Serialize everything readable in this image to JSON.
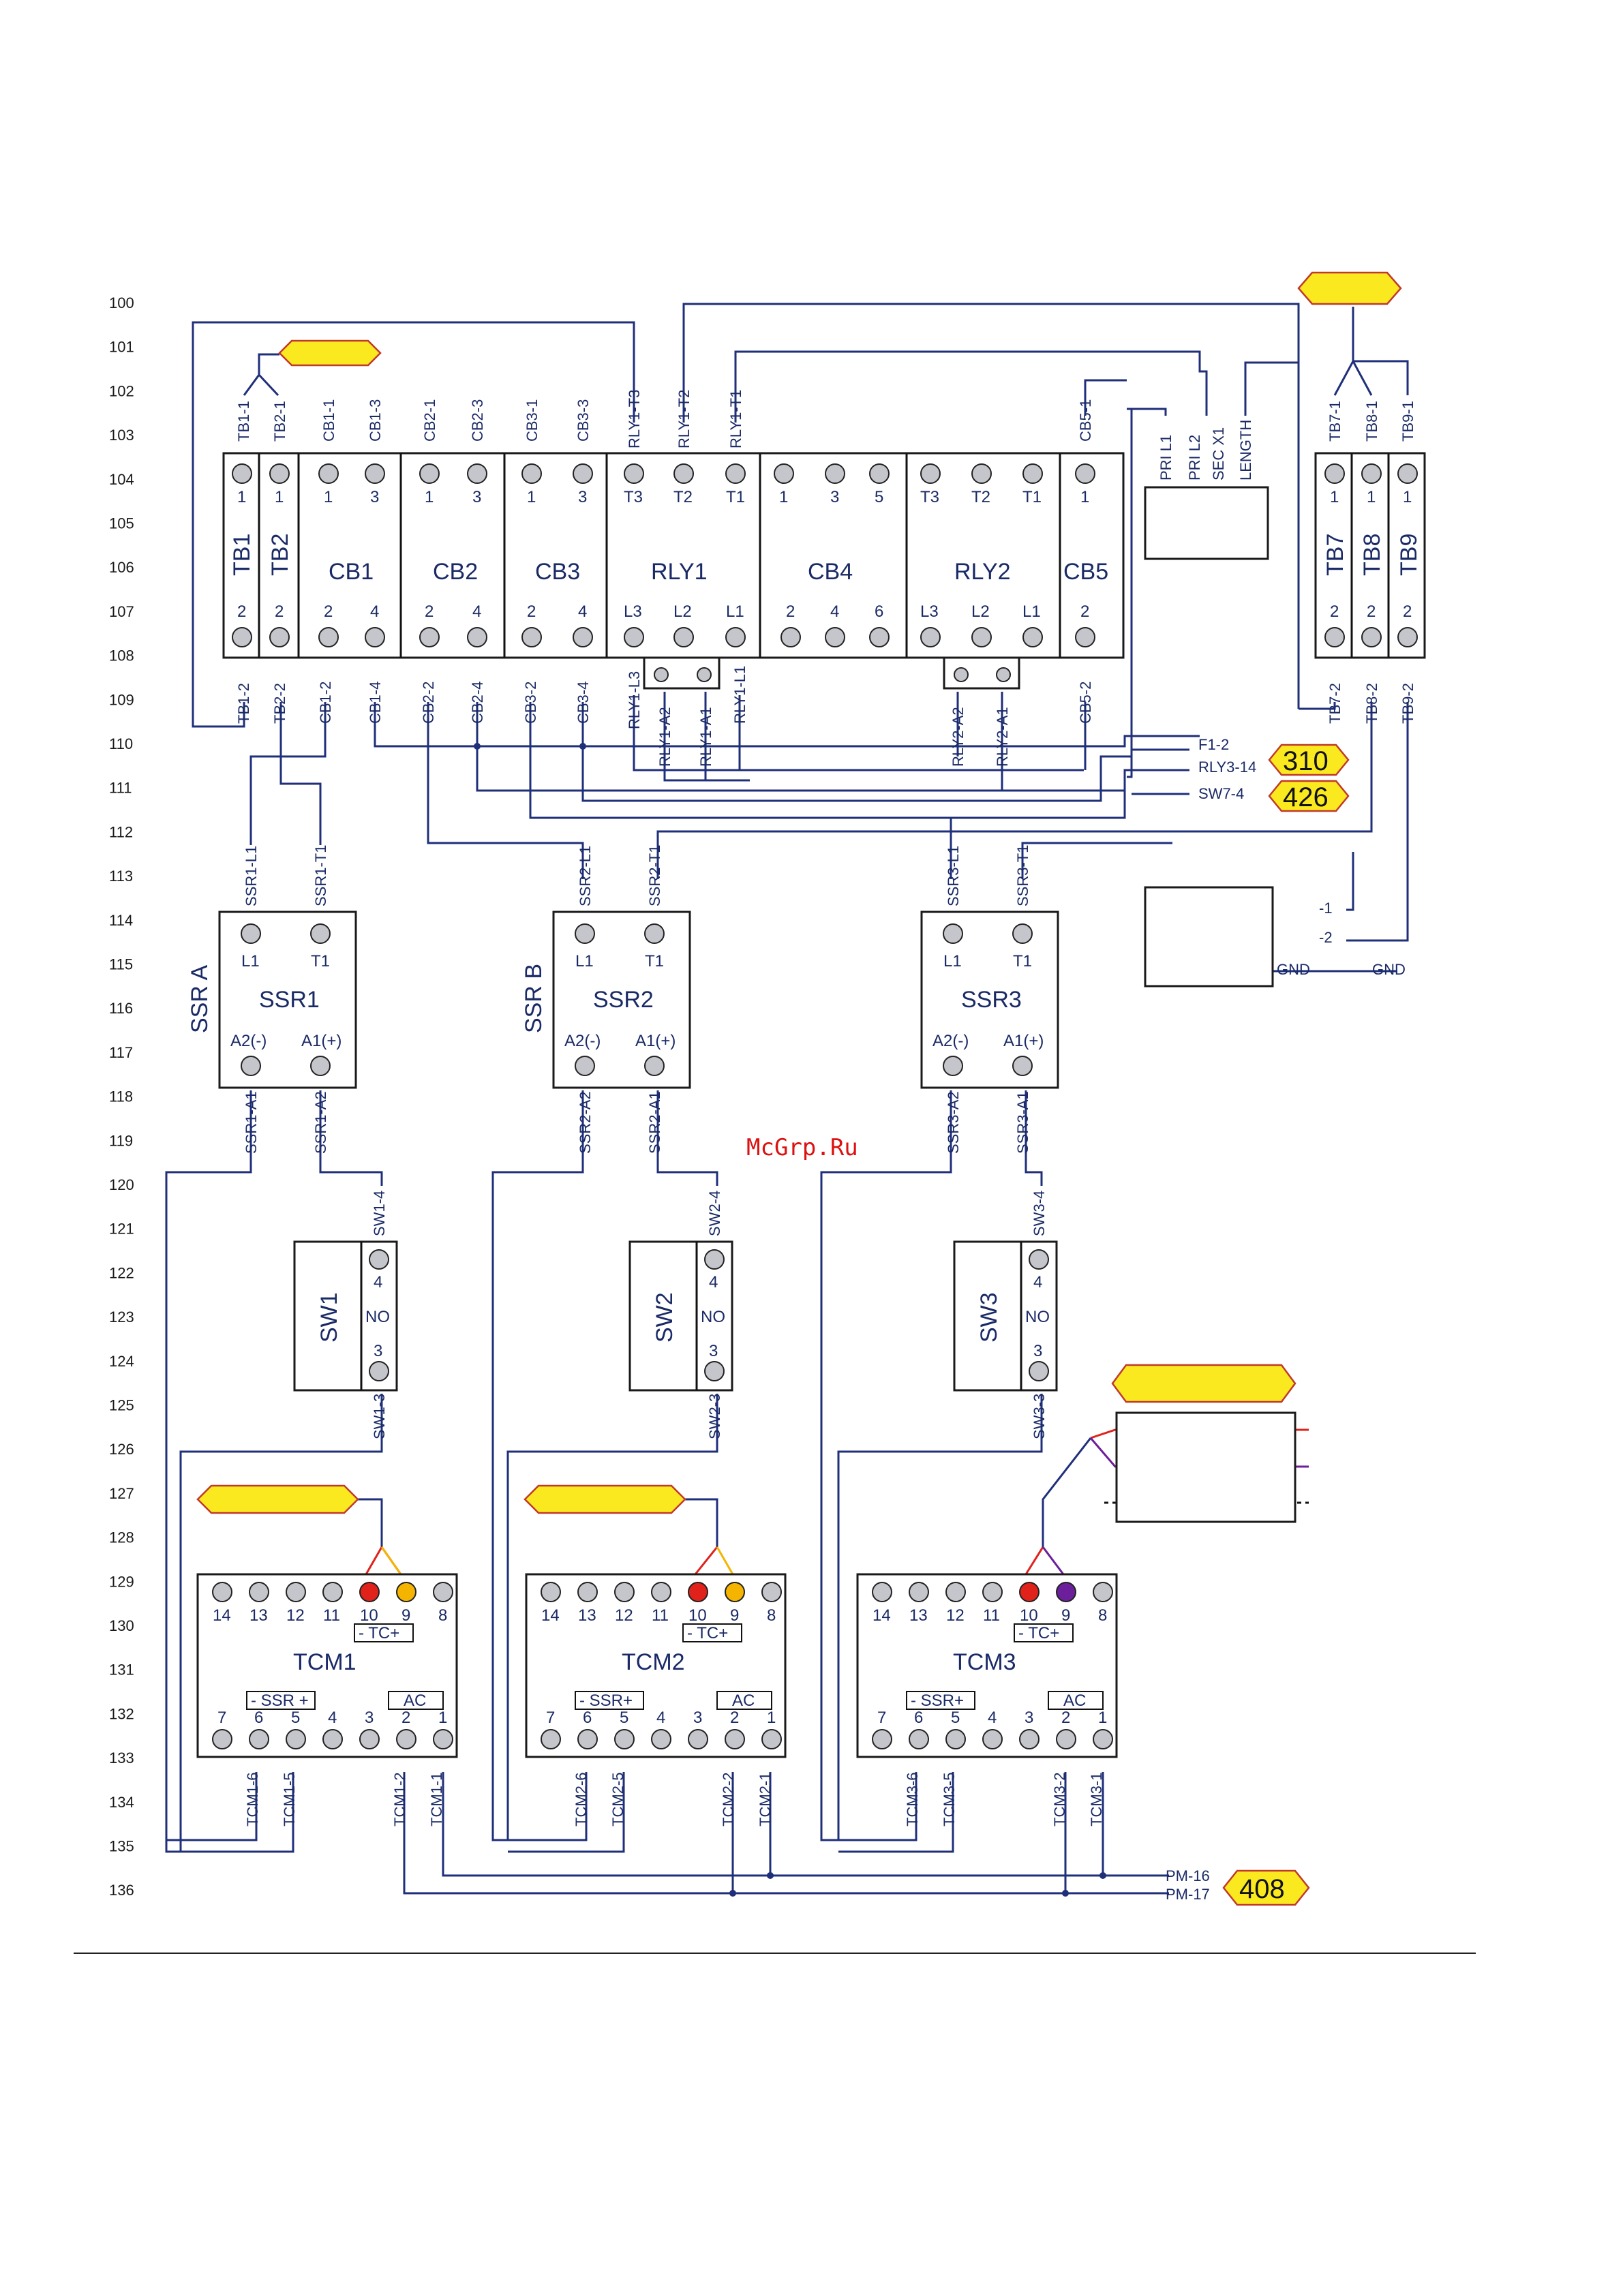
{
  "line_numbers": [
    "100",
    "101",
    "102",
    "103",
    "104",
    "105",
    "106",
    "107",
    "108",
    "109",
    "110",
    "111",
    "112",
    "113",
    "114",
    "115",
    "116",
    "117",
    "118",
    "119",
    "120",
    "121",
    "122",
    "123",
    "124",
    "125",
    "126",
    "127",
    "128",
    "129",
    "130",
    "131",
    "132",
    "133",
    "134",
    "135",
    "136"
  ],
  "top_blocks": [
    {
      "name": "TB1",
      "top_wire": "TB1-1",
      "bottom_wire": "TB1-2",
      "top_pins": [
        "1"
      ],
      "bottom_pins": [
        "2"
      ]
    },
    {
      "name": "TB2",
      "top_wire": "TB2-1",
      "bottom_wire": "TB2-2",
      "top_pins": [
        "1"
      ],
      "bottom_pins": [
        "2"
      ]
    },
    {
      "name": "CB1",
      "top_wires": [
        "CB1-1",
        "CB1-3"
      ],
      "bottom_wires": [
        "CB1-2",
        "CB1-4"
      ],
      "top_pins": [
        "1",
        "3"
      ],
      "bottom_pins": [
        "2",
        "4"
      ]
    },
    {
      "name": "CB2",
      "top_wires": [
        "CB2-1",
        "CB2-3"
      ],
      "bottom_wires": [
        "CB2-2",
        "CB2-4"
      ],
      "top_pins": [
        "1",
        "3"
      ],
      "bottom_pins": [
        "2",
        "4"
      ]
    },
    {
      "name": "CB3",
      "top_wires": [
        "CB3-1",
        "CB3-3"
      ],
      "bottom_wires": [
        "CB3-2",
        "CB3-4"
      ],
      "top_pins": [
        "1",
        "3"
      ],
      "bottom_pins": [
        "2",
        "4"
      ]
    },
    {
      "name": "RLY1",
      "top_wires": [
        "RLY1-T3",
        "RLY1-T2",
        "RLY1-T1"
      ],
      "bottom_wires": [
        "RLY1-L3",
        "RLY1-A2",
        "RLY1-A1",
        "RLY1-L1"
      ],
      "top_pins": [
        "T3",
        "T2",
        "T1"
      ],
      "bottom_pins": [
        "L3",
        "L2",
        "L1"
      ]
    },
    {
      "name": "CB4",
      "top_pins": [
        "1",
        "3",
        "5"
      ],
      "bottom_pins": [
        "2",
        "4",
        "6"
      ]
    },
    {
      "name": "RLY2",
      "top_pins": [
        "T3",
        "T2",
        "T1"
      ],
      "bottom_pins": [
        "L3",
        "L2",
        "L1"
      ],
      "bottom_wires": [
        "RLY2-A2",
        "RLY2-A1"
      ]
    },
    {
      "name": "CB5",
      "top_wire": "CB5-1",
      "bottom_wire": "CB5-2",
      "top_pins": [
        "1"
      ],
      "bottom_pins": [
        "2"
      ]
    }
  ],
  "transformer_labels": [
    "PRI L1",
    "PRI L2",
    "SEC X1",
    "LENGTH"
  ],
  "right_blocks": [
    {
      "name": "TB7",
      "top_wire": "TB7-1",
      "bottom_wire": "TB7-2",
      "top_pins": [
        "1"
      ],
      "bottom_pins": [
        "2"
      ]
    },
    {
      "name": "TB8",
      "top_wire": "TB8-1",
      "bottom_wire": "TB8-2",
      "top_pins": [
        "1"
      ],
      "bottom_pins": [
        "2"
      ]
    },
    {
      "name": "TB9",
      "top_wire": "TB9-1",
      "bottom_wire": "TB9-2",
      "top_pins": [
        "1"
      ],
      "bottom_pins": [
        "2"
      ]
    }
  ],
  "right_connections": [
    {
      "label": "F1-2"
    },
    {
      "label": "RLY3-14",
      "ref": "310"
    },
    {
      "label": "SW7-4",
      "ref": "426"
    }
  ],
  "meter_labels": [
    "-1",
    "-2",
    "GND",
    "GND"
  ],
  "ssrs": [
    {
      "name": "SSR1",
      "group": "SSR A",
      "top_wires": [
        "SSR1-L1",
        "SSR1-T1"
      ],
      "bottom_wires": [
        "SSR1-A1",
        "SSR1-A2"
      ],
      "pins": [
        "L1",
        "T1",
        "A2(-)",
        "A1(+)"
      ]
    },
    {
      "name": "SSR2",
      "group": "SSR B",
      "top_wires": [
        "SSR2-L1",
        "SSR2-T1"
      ],
      "bottom_wires": [
        "SSR2-A2",
        "SSR2-A1"
      ],
      "pins": [
        "L1",
        "T1",
        "A2(-)",
        "A1(+)"
      ]
    },
    {
      "name": "SSR3",
      "group": "",
      "top_wires": [
        "SSR3-L1",
        "SSR3-T1"
      ],
      "bottom_wires": [
        "SSR3-A2",
        "SSR3-A1"
      ],
      "pins": [
        "L1",
        "T1",
        "A2(-)",
        "A1(+)"
      ]
    }
  ],
  "switches": [
    {
      "name": "SW1",
      "top_wire": "SW1-4",
      "bottom_wire": "SW1-3",
      "pins": [
        "4",
        "NO",
        "3"
      ]
    },
    {
      "name": "SW2",
      "top_wire": "SW2-4",
      "bottom_wire": "SW2-3",
      "pins": [
        "4",
        "NO",
        "3"
      ]
    },
    {
      "name": "SW3",
      "top_wire": "SW3-4",
      "bottom_wire": "SW3-3",
      "pins": [
        "4",
        "NO",
        "3"
      ]
    }
  ],
  "tcms": [
    {
      "name": "TCM1",
      "top_pins": [
        "14",
        "13",
        "12",
        "11",
        "10",
        "9",
        "8"
      ],
      "bottom_pins": [
        "7",
        "6",
        "5",
        "4",
        "3",
        "2",
        "1"
      ],
      "tc": "- TC+",
      "ssr": "- SSR +",
      "ac": "AC",
      "wires": [
        "TCM1-6",
        "TCM1-5",
        "TCM1-2",
        "TCM1-1"
      ],
      "tc_colors": [
        "#e0221b",
        "#f4b400"
      ]
    },
    {
      "name": "TCM2",
      "top_pins": [
        "14",
        "13",
        "12",
        "11",
        "10",
        "9",
        "8"
      ],
      "bottom_pins": [
        "7",
        "6",
        "5",
        "4",
        "3",
        "2",
        "1"
      ],
      "tc": "- TC+",
      "ssr": "- SSR+",
      "ac": "AC",
      "wires": [
        "TCM2-6",
        "TCM2-5",
        "TCM2-2",
        "TCM2-1"
      ],
      "tc_colors": [
        "#e0221b",
        "#f4b400"
      ]
    },
    {
      "name": "TCM3",
      "top_pins": [
        "14",
        "13",
        "12",
        "11",
        "10",
        "9",
        "8"
      ],
      "bottom_pins": [
        "7",
        "6",
        "5",
        "4",
        "3",
        "2",
        "1"
      ],
      "tc": "- TC+",
      "ssr": "- SSR+",
      "ac": "AC",
      "wires": [
        "TCM3-6",
        "TCM3-5",
        "TCM3-2",
        "TCM3-1"
      ],
      "tc_colors": [
        "#e0221b",
        "#6b1f9a"
      ]
    }
  ],
  "bottom_connections": [
    {
      "label": "PM-16",
      "ref": "408"
    },
    {
      "label": "PM-17"
    }
  ],
  "watermark": "McGrp.Ru",
  "colors": {
    "wire": "#1f2f7a",
    "tag_fill": "#fbe91f",
    "tag_border": "#c0392b",
    "terminal": "#c4c6cc"
  }
}
